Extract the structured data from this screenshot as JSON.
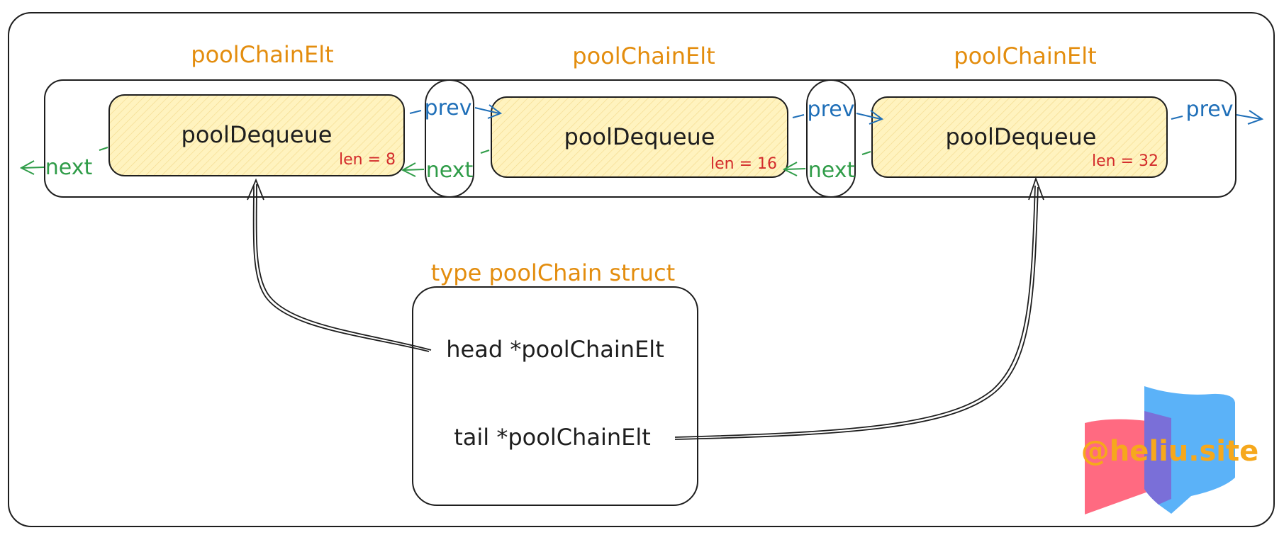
{
  "diagram": {
    "elements": [
      {
        "title": "poolChainElt",
        "deque_label": "poolDequeue",
        "len_label": "len = 8"
      },
      {
        "title": "poolChainElt",
        "deque_label": "poolDequeue",
        "len_label": "len = 16"
      },
      {
        "title": "poolChainElt",
        "deque_label": "poolDequeue",
        "len_label": "len = 32"
      }
    ],
    "links": {
      "prev_label": "prev",
      "next_label": "next"
    },
    "struct": {
      "title": "type poolChain struct",
      "head_field": "head *poolChainElt",
      "tail_field": "tail *poolChainElt"
    },
    "watermark": {
      "text": "@heliu.site"
    },
    "colors": {
      "title": "#e38d0e",
      "deque_fill": "#fff3bf",
      "len": "#d32b2b",
      "prev": "#1f6fb8",
      "next": "#2f9c48",
      "stroke": "#1e1e1e",
      "watermark_red": "#ff5a73",
      "watermark_blue": "#4dabf7",
      "watermark_purple": "#7c6bd6",
      "watermark_text": "#f6a81c"
    }
  }
}
